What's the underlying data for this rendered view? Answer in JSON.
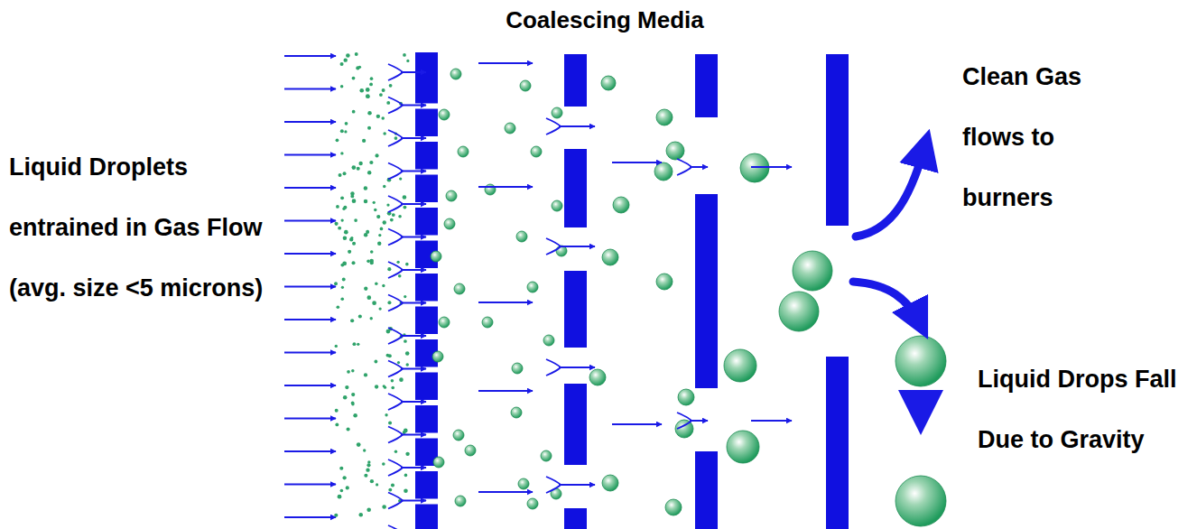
{
  "diagram": {
    "title": "Coalescing Media",
    "labels": [
      "Liquid Droplets entrained in Gas Flow (avg. size <5 microns)",
      "Clean Gas flows to burners",
      "Liquid Drops Fall Due to Gravity"
    ]
  }
}
